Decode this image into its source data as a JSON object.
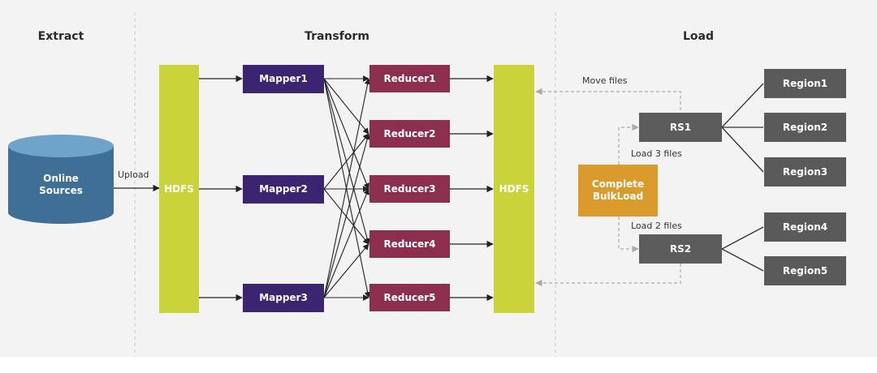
{
  "sections": {
    "extract": "Extract",
    "transform": "Transform",
    "load": "Load"
  },
  "source": {
    "label": "Online\nSources"
  },
  "upload_label": "Upload",
  "hdfs_in": {
    "label": "HDFS"
  },
  "hdfs_out": {
    "label": "HDFS"
  },
  "mappers": [
    "Mapper1",
    "Mapper2",
    "Mapper3"
  ],
  "reducers": [
    "Reducer1",
    "Reducer2",
    "Reducer3",
    "Reducer4",
    "Reducer5"
  ],
  "move_files_label": "Move files",
  "rs1": {
    "label": "RS1",
    "load_label": "Load 3 files"
  },
  "rs2": {
    "label": "RS2",
    "load_label": "Load 2 files"
  },
  "complete_bulkload": {
    "label": "Complete\nBulkLoad"
  },
  "regions": [
    "Region1",
    "Region2",
    "Region3",
    "Region4",
    "Region5"
  ],
  "colors": {
    "mapper": "#3b2470",
    "reducer": "#8c2f4e",
    "hdfs": "#c9d43a",
    "region_server": "#5c5c5c",
    "bulkload": "#db9a2c",
    "database": "#4a7fa6"
  }
}
